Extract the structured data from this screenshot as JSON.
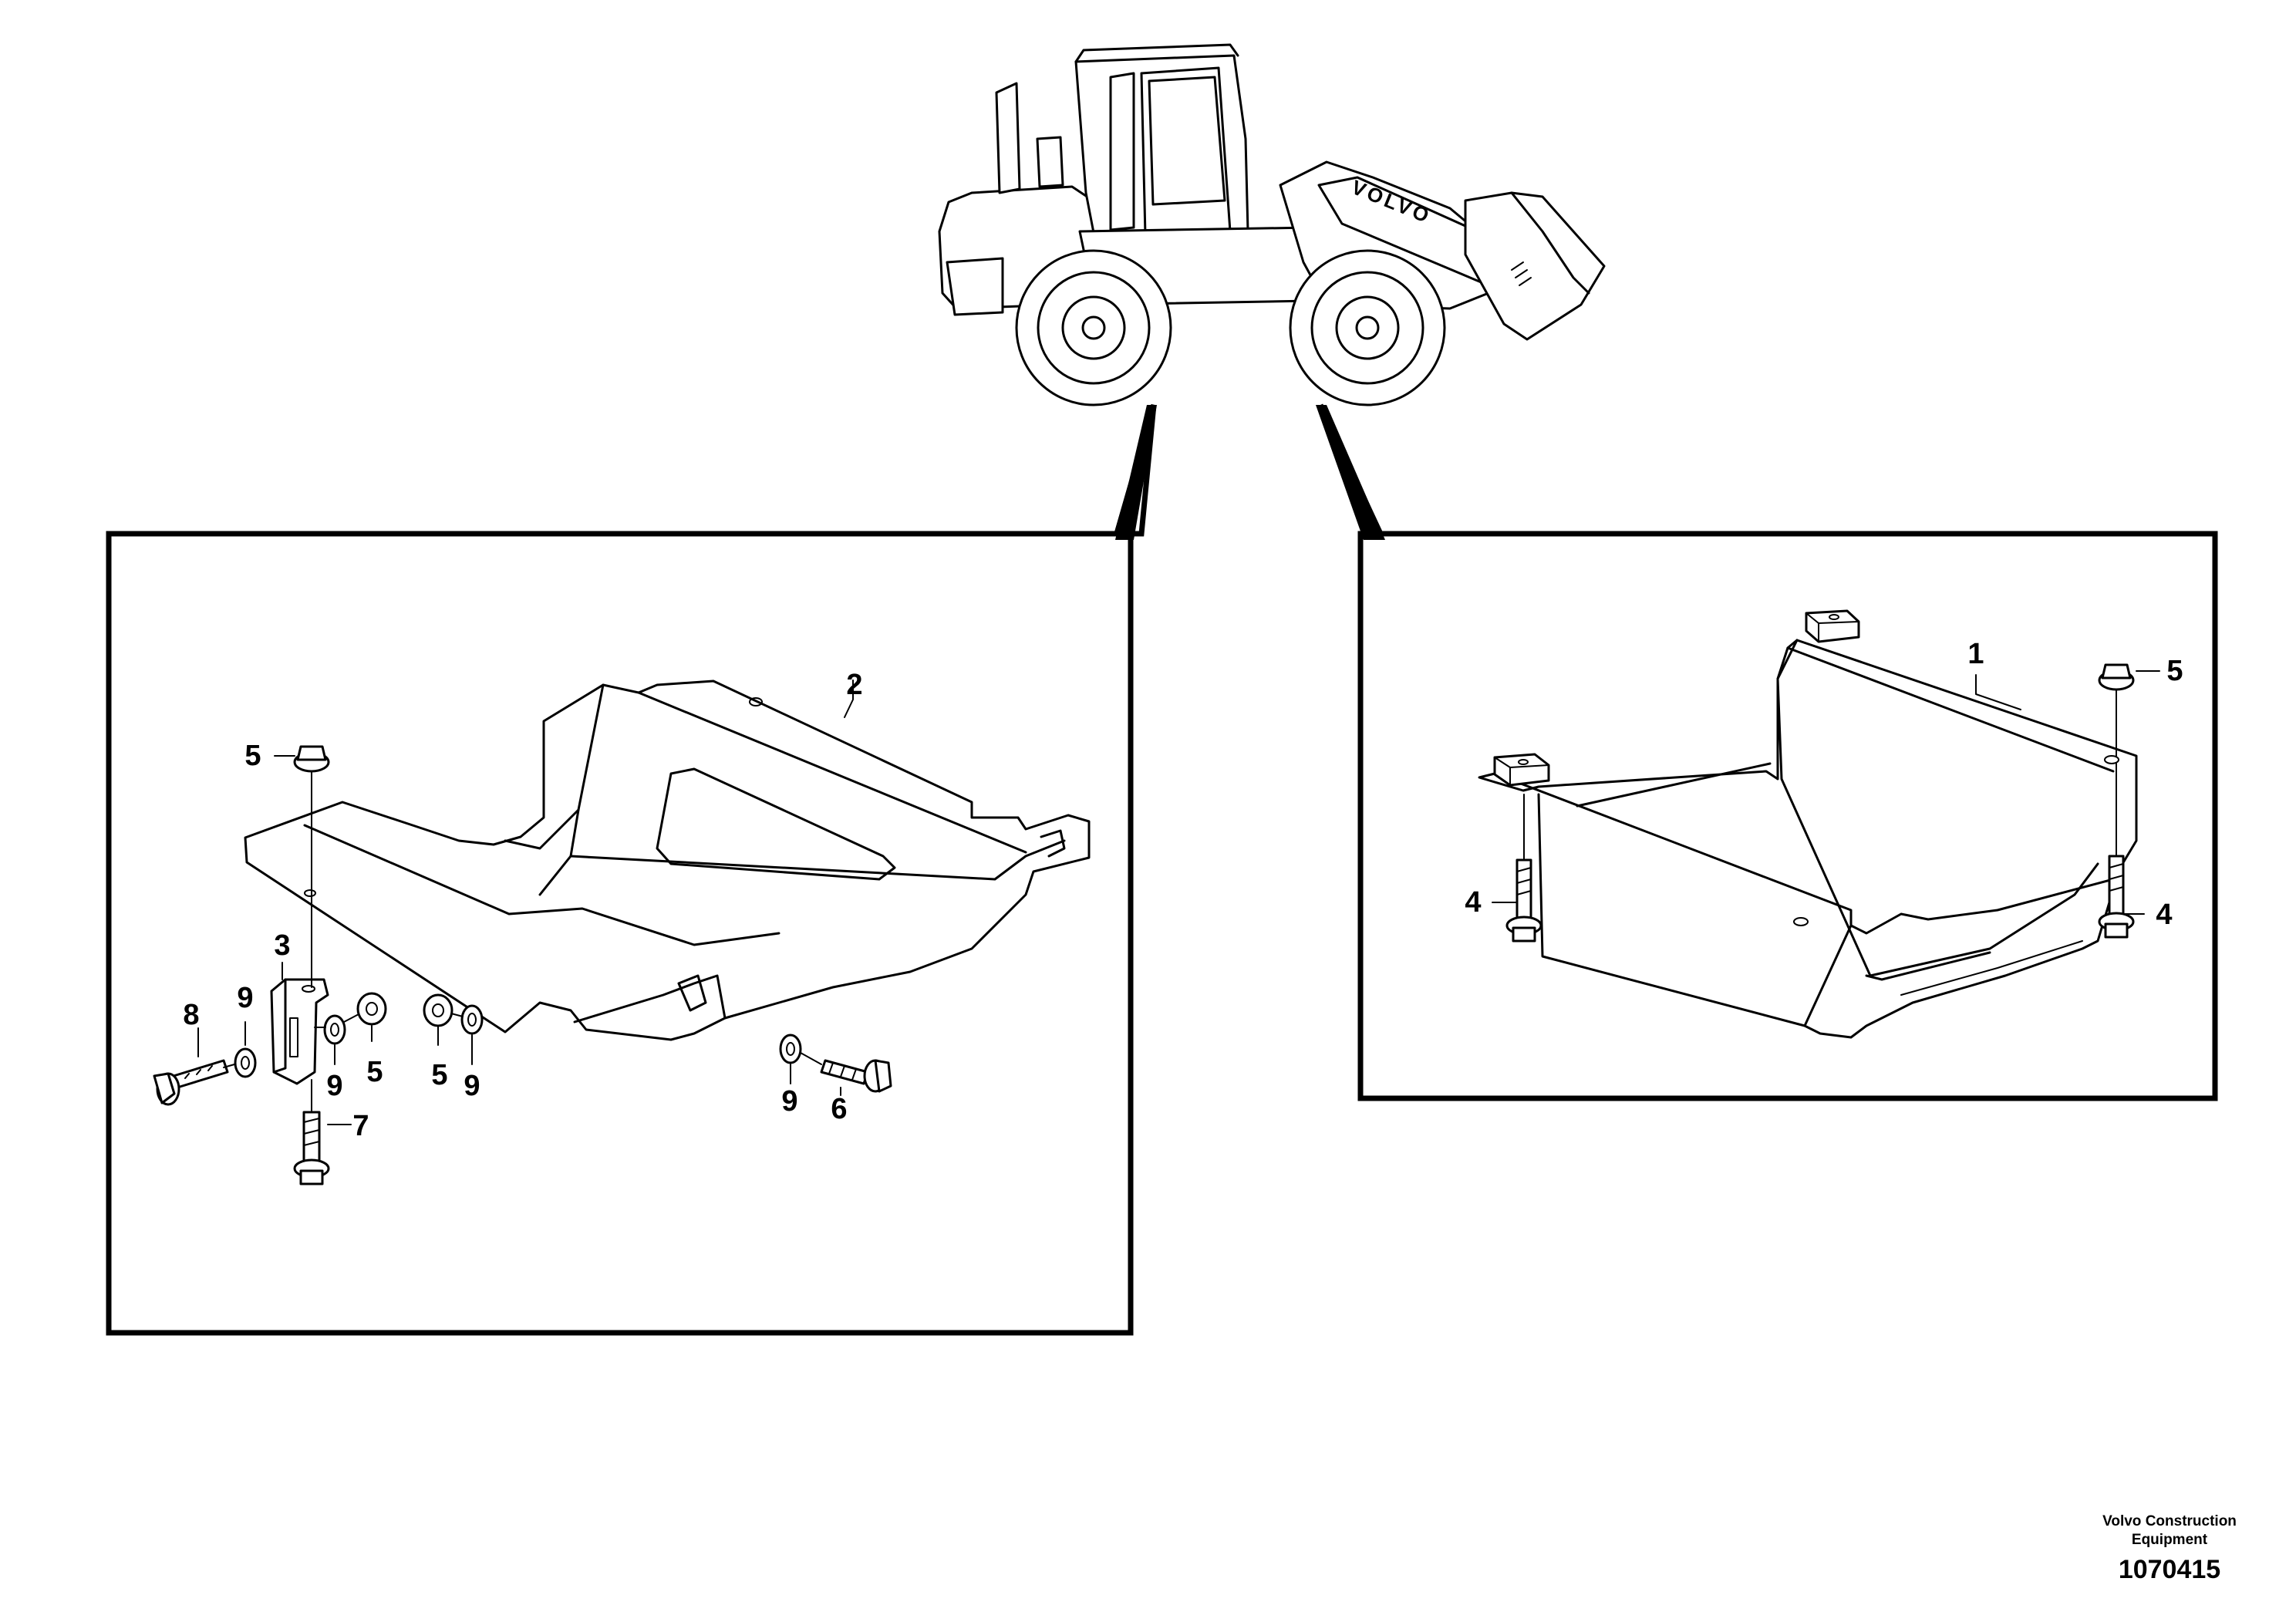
{
  "machine": {
    "brand_logo": "VOLVO"
  },
  "callouts": {
    "left": {
      "part_2": "2",
      "part_3": "3",
      "part_5_top": "5",
      "part_5_nut_a": "5",
      "part_5_nut_b": "5",
      "part_6": "6",
      "part_7": "7",
      "part_8": "8",
      "part_9_a": "9",
      "part_9_b": "9",
      "part_9_c": "9",
      "part_9_d": "9"
    },
    "right": {
      "part_1": "1",
      "part_4_left": "4",
      "part_4_right": "4",
      "part_5": "5"
    }
  },
  "footer": {
    "company_line1": "Volvo Construction",
    "company_line2": "Equipment",
    "drawing_number": "1070415"
  },
  "colors": {
    "line": "#000000",
    "background": "#ffffff"
  }
}
